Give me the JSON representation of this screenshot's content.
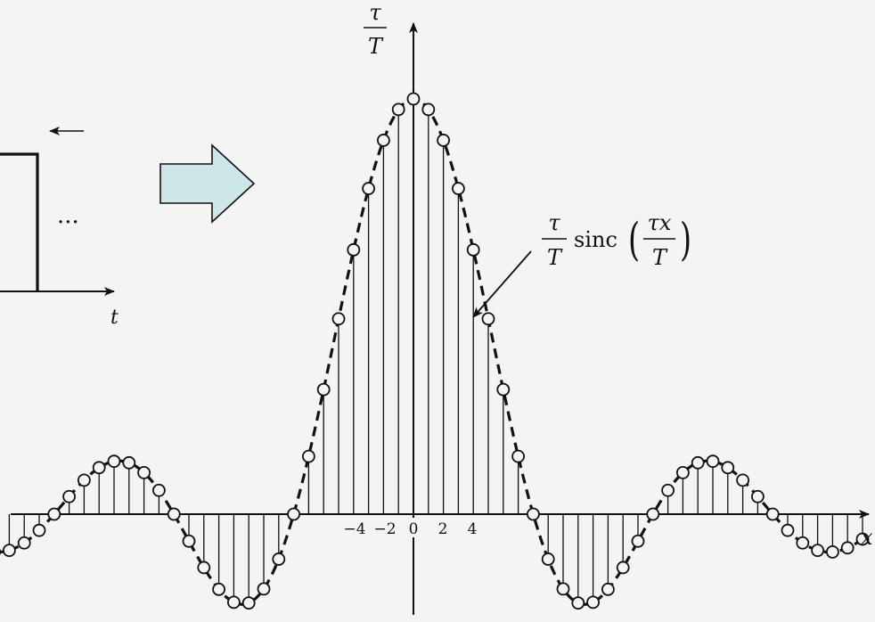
{
  "left_panel": {
    "ellipsis": "···",
    "t_label": "t"
  },
  "big_arrow_color": "#cde6ea",
  "y_axis": {
    "num": "τ",
    "den": "T"
  },
  "x_axis_label": "x",
  "ticks": [
    "−4",
    "−2",
    "0",
    "2",
    "4"
  ],
  "annotation": {
    "frac_num": "τ",
    "frac_den": "T",
    "func": "sinc",
    "arg_num": "τx",
    "arg_den": "T",
    "lparen": "(",
    "rparen": ")"
  },
  "chart_data": {
    "type": "stem",
    "envelope": "sinc",
    "x_min": -30,
    "x_max": 30,
    "x_step": 1,
    "duty_ratio": 0.125,
    "peak": 1
  }
}
